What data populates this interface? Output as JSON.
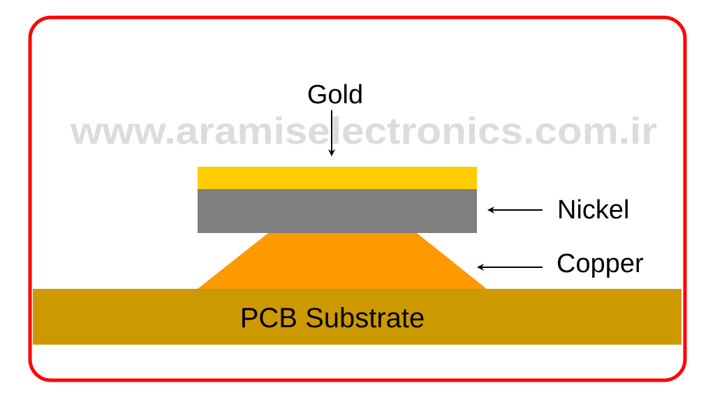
{
  "watermark": "www.aramiselectronics.com.ir",
  "layers": {
    "gold": {
      "label": "Gold",
      "color": "#FFCC00"
    },
    "nickel": {
      "label": "Nickel",
      "color": "#7F7F7F"
    },
    "copper": {
      "label": "Copper",
      "color": "#FF9900"
    },
    "substrate": {
      "label": "PCB Substrate",
      "color": "#CC9900"
    }
  },
  "frame_color": "#FF0000"
}
